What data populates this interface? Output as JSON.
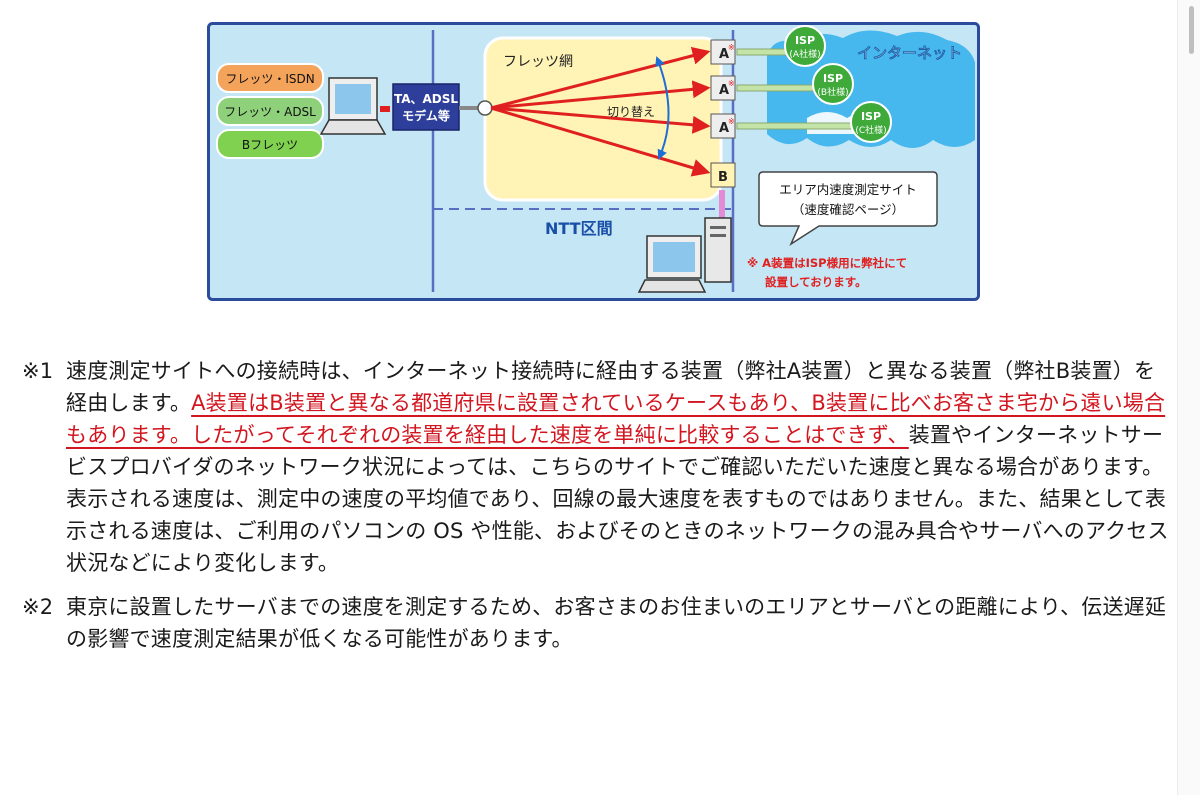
{
  "diagram": {
    "services": [
      "フレッツ・ISDN",
      "フレッツ・ADSL",
      "Bフレッツ"
    ],
    "modem": [
      "TA、ADSL",
      "モデム等"
    ],
    "network_label": "フレッツ網",
    "switch_label": "切り替え",
    "device_a": "A",
    "device_b": "B",
    "asterisk": "※",
    "isp_label": "ISP",
    "isps": [
      "(A社様)",
      "(B社様)",
      "(C社様)"
    ],
    "internet_label": "インターネット",
    "ntt_label": "NTT区間",
    "bubble": [
      "エリア内速度測定サイト",
      "（速度確認ページ）"
    ],
    "footnote": [
      "※ A装置はISP様用に弊社にて",
      "設置しております。"
    ],
    "colors": {
      "background": "#c5e6f5",
      "frame": "#2b4c9c",
      "network": "#fff3b5",
      "arrow": "#e02020",
      "isp": "#3faa3a",
      "cloud": "#47b8ee",
      "service_isdn": "#f4a35a",
      "service_adsl": "#8fd17a",
      "service_b": "#7fd14f"
    }
  },
  "notes": [
    {
      "mark": "※1",
      "p1_pre": "速度測定サイトへの接続時は、インターネット接続時に経由する装置（弊社A装置）と異なる装置（弊社B装置）を経由します。",
      "p1_red": "A装置はB装置と異なる都道府県に設置されているケースもあり、B装置に比べお客さま宅から遠い場合もあります。したがってそれぞれの装置を経由した速度を単純に比較することはできず、",
      "p1_post": "装置やインターネットサービスプロバイダのネットワーク状況によっては、こちらのサイトでご確認いただいた速度と異なる場合があります。",
      "p2": "表示される速度は、測定中の速度の平均値であり、回線の最大速度を表すものではありません。また、結果として表示される速度は、ご利用のパソコンの OS や性能、およびそのときのネットワークの混み具合やサーバへのアクセス状況などにより変化します。"
    },
    {
      "mark": "※2",
      "p1": "東京に設置したサーバまでの速度を測定するため、お客さまのお住まいのエリアとサーバとの距離により、伝送遅延の影響で速度測定結果が低くなる可能性があります。"
    }
  ]
}
